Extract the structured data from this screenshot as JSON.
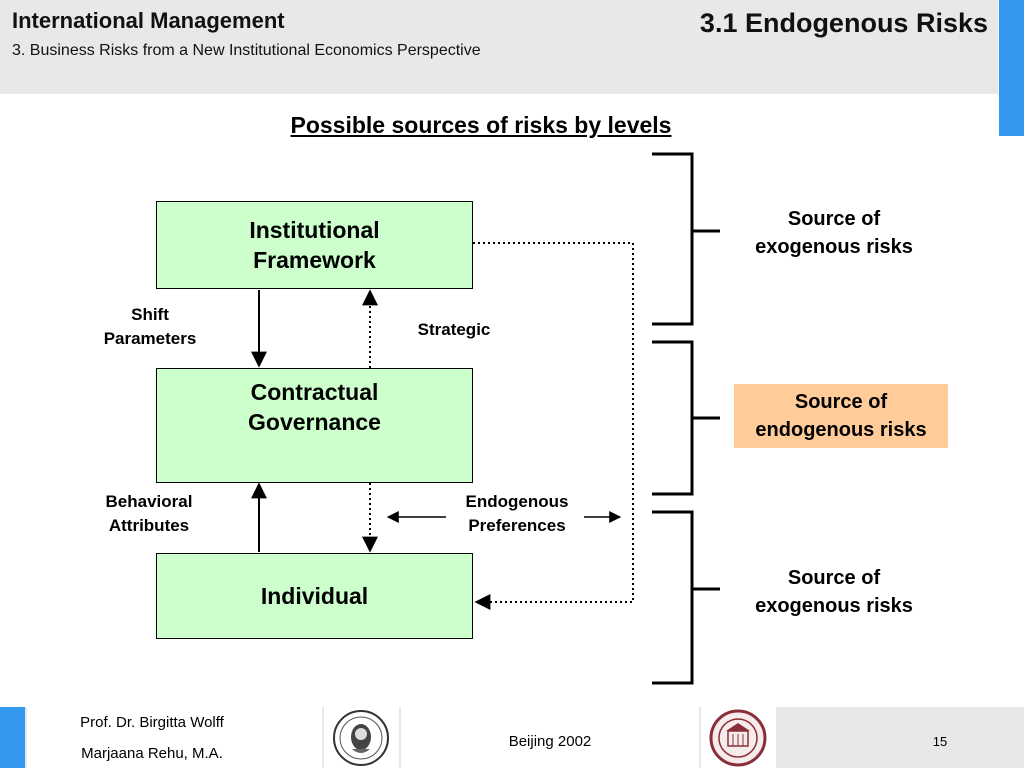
{
  "header": {
    "course_title": "International Management",
    "chapter_subtitle": "3. Business Risks from a New Institutional Economics Perspective",
    "slide_heading": "3.1 Endogenous Risks"
  },
  "diagram": {
    "title": "Possible sources of risks by levels",
    "levels": {
      "institutional": "Institutional\nFramework",
      "contractual": "Contractual\nGovernance",
      "individual": "Individual"
    },
    "labels": {
      "shift_parameters": "Shift\nParameters",
      "strategic": "Strategic",
      "behavioral_attributes": "Behavioral\nAttributes",
      "endogenous_preferences": "Endogenous\nPreferences"
    },
    "sources": {
      "top": "Source of\nexogenous risks",
      "middle": "Source of\nendogenous risks",
      "bottom": "Source of\nexogenous risks"
    }
  },
  "footer": {
    "author_1": "Prof. Dr. Birgitta Wolff",
    "author_2": "Marjaana Rehu, M.A.",
    "event": "Beijing 2002",
    "page_number": "15"
  },
  "colors": {
    "accent": "#3399ee",
    "level_box": "#ccffcc",
    "endogenous_highlight": "#ffcc99",
    "band": "#e8e8e8"
  }
}
